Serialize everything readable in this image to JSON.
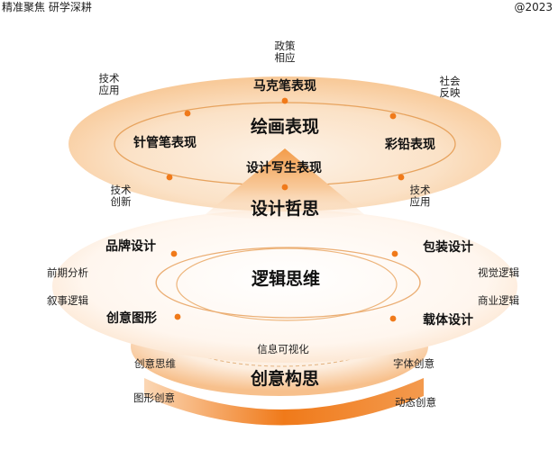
{
  "header": {
    "left": "精准聚焦 研学深耕",
    "right": "@2023"
  },
  "top": {
    "center": "绘画表现",
    "top_node": "马克笔表现",
    "left_node": "针管笔表现",
    "right_node": "彩铅表现",
    "bottom_node": "设计写生表现",
    "outer_top": [
      "政策",
      "相应"
    ],
    "outer_top_left": [
      "技术",
      "应用"
    ],
    "outer_top_right": [
      "社会",
      "反映"
    ],
    "outer_bottom_left": [
      "技术",
      "创新"
    ],
    "outer_bottom_right": [
      "技术",
      "应用"
    ]
  },
  "apex_label": "设计哲思",
  "middle": {
    "center": "逻辑思维",
    "top_left_node": "品牌设计",
    "top_right_node": "包装设计",
    "bottom_left_node": "创意图形",
    "bottom_right_node": "载体设计",
    "left_outer_1": "前期分析",
    "left_outer_2": "叙事逻辑",
    "right_outer_1": "视觉逻辑",
    "right_outer_2": "商业逻辑"
  },
  "bottom": {
    "inner": "信息可视化",
    "center": "创意构思",
    "left_1": "创意思维",
    "left_2": "图形创意",
    "right_1": "字体创意",
    "right_2": "动态创意"
  },
  "colors": {
    "accent": "#F07A1A",
    "light": "#FBE3CC",
    "ring": "#E9B985"
  }
}
